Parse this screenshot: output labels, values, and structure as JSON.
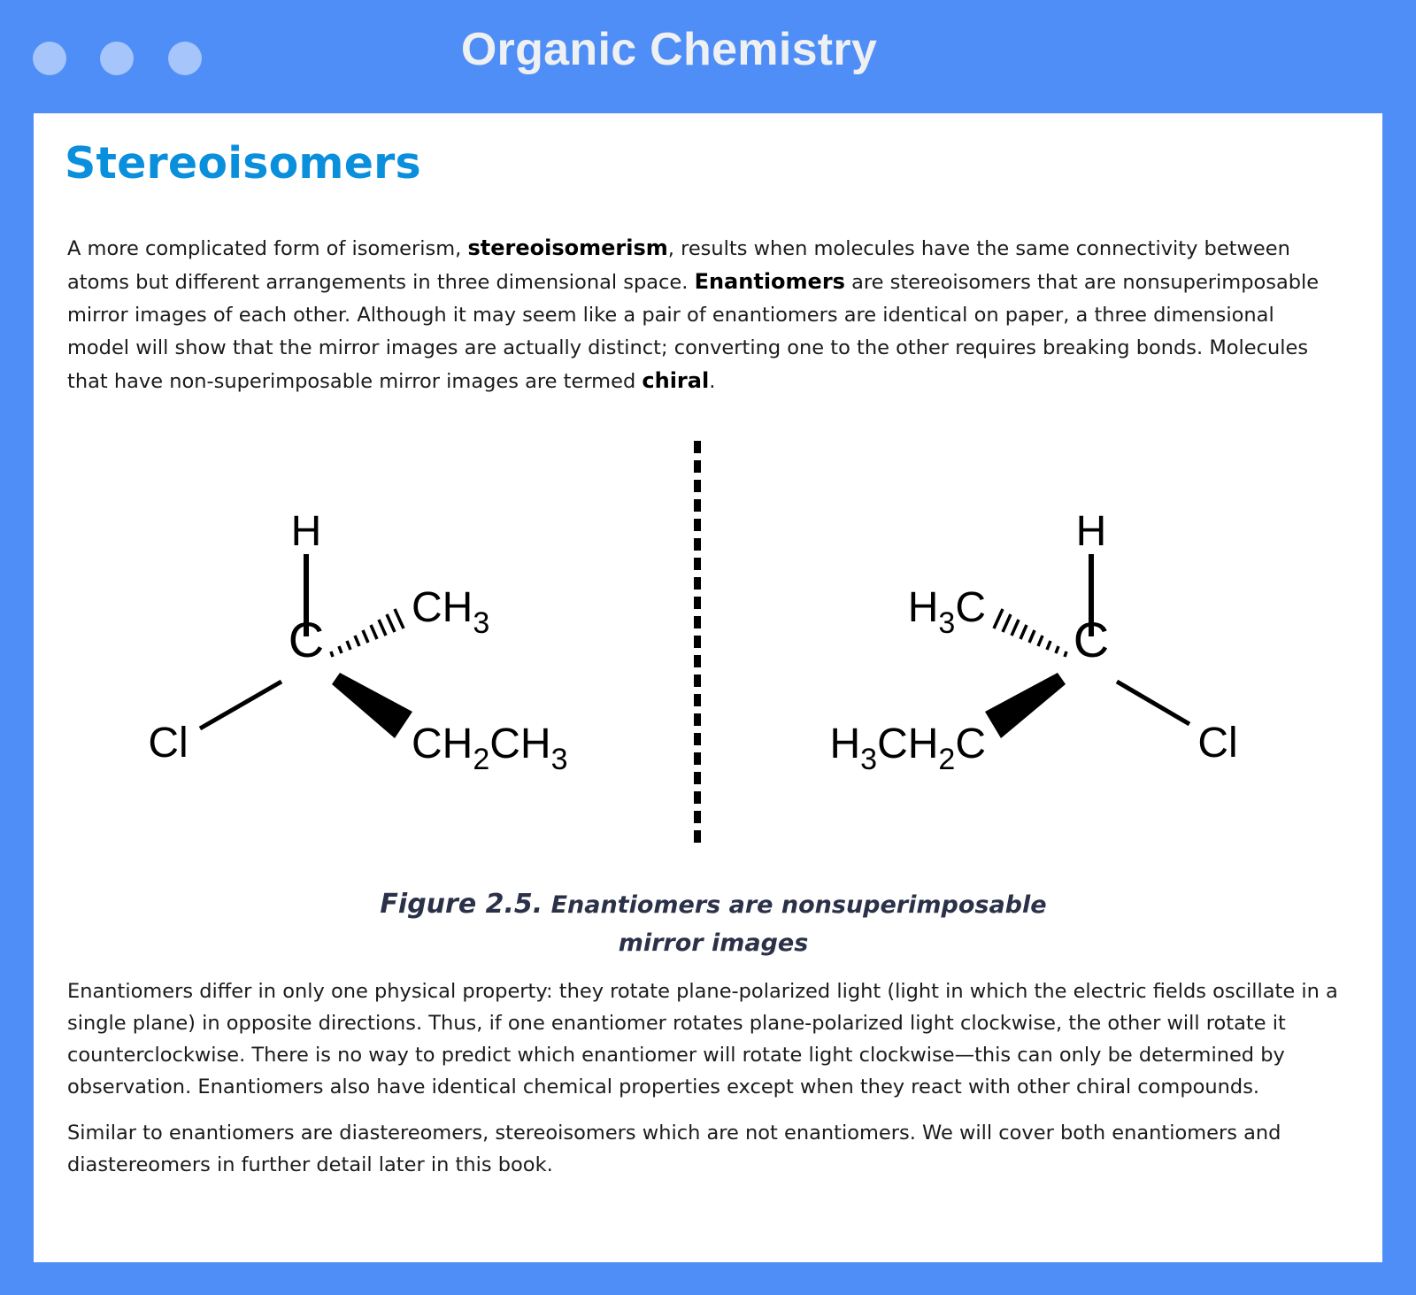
{
  "window": {
    "title": "Organic Chemistry",
    "controls": [
      "close",
      "minimize",
      "maximize"
    ]
  },
  "page": {
    "heading": "Stereoisomers",
    "intro": {
      "t1": "A more complicated form of isomerism, ",
      "b1": "stereoisomerism",
      "t2": ", results when molecules have the same connectivity between atoms but different arrangements in three dimensional space. ",
      "b2": "Enantiomers",
      "t3": " are stereoisomers that are nonsuperimposable mirror images of each other. Although it may seem like a pair of enantiomers are identical on paper, a three dimensional model will show that the mirror images are actually distinct; converting one to the other requires breaking bonds. Molecules that have non-superimposable mirror images are termed ",
      "b3": "chiral",
      "t4": "."
    },
    "figure": {
      "label": "Figure 2.5.",
      "caption_line1": "Enantiomers are nonsuperimposable",
      "caption_line2": "mirror images",
      "left_molecule": {
        "center": "C",
        "top": "H",
        "left": "Cl",
        "dashed": {
          "main": "CH",
          "sub": "3"
        },
        "wedge": {
          "p1": "CH",
          "s1": "2",
          "p2": "CH",
          "s2": "3"
        }
      },
      "right_molecule": {
        "center": "C",
        "top": "H",
        "right": "Cl",
        "dashed": {
          "p1": "H",
          "s1": "3",
          "p2": "C"
        },
        "wedge": {
          "p1": "H",
          "s1": "3",
          "p2": "CH",
          "s2": "2",
          "p3": "C"
        }
      }
    },
    "para2": "Enantiomers differ in only one physical property: they rotate plane-polarized light (light in which the electric fields oscillate in a single plane) in opposite directions. Thus, if one enantiomer rotates plane-polarized light clockwise, the other will rotate it counterclockwise. There is no way to predict which enantiomer will rotate light clockwise—this can only be determined by observation. Enantiomers also have identical chemical properties except when they react with other chiral compounds.",
    "para3": "Similar to enantiomers are diastereomers, stereoisomers which are not enantiomers. We will cover both enantiomers and diastereomers in further detail later in this book."
  }
}
